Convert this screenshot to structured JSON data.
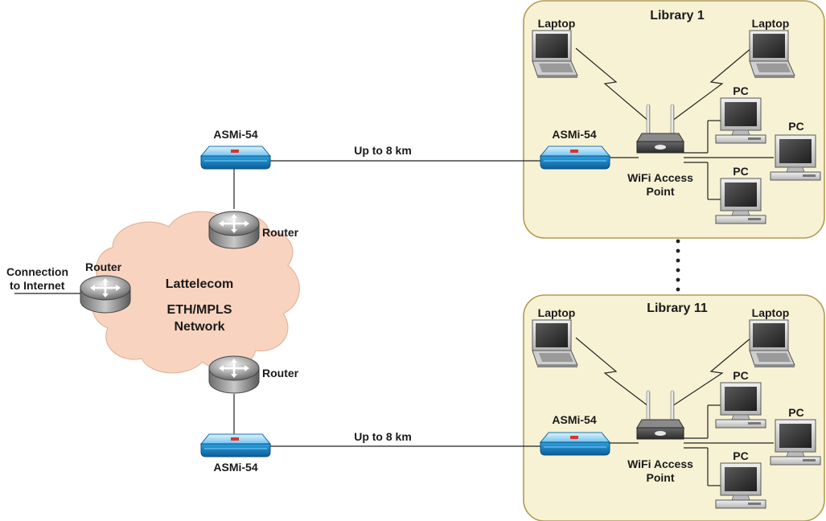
{
  "connection_label": [
    "Connection",
    "to Internet"
  ],
  "router_label": "Router",
  "cloud_label": [
    "Lattelecom",
    "ETH/MPLS",
    "Network"
  ],
  "asmi_label": "ASMi-54",
  "link_label": "Up to 8 km",
  "libraries": [
    {
      "title": "Library 1"
    },
    {
      "title": "Library 11"
    }
  ],
  "laptop_label": "Laptop",
  "pc_label": "PC",
  "wifi_label": [
    "WiFi Access",
    "Point"
  ],
  "colors": {
    "library_fill": "#f7f2d4",
    "library_border": "#b49a52",
    "cloud_fill": "#f8d4c0",
    "modem_blue": "#1f8fd0",
    "router_gray": "#8c8c8c"
  }
}
